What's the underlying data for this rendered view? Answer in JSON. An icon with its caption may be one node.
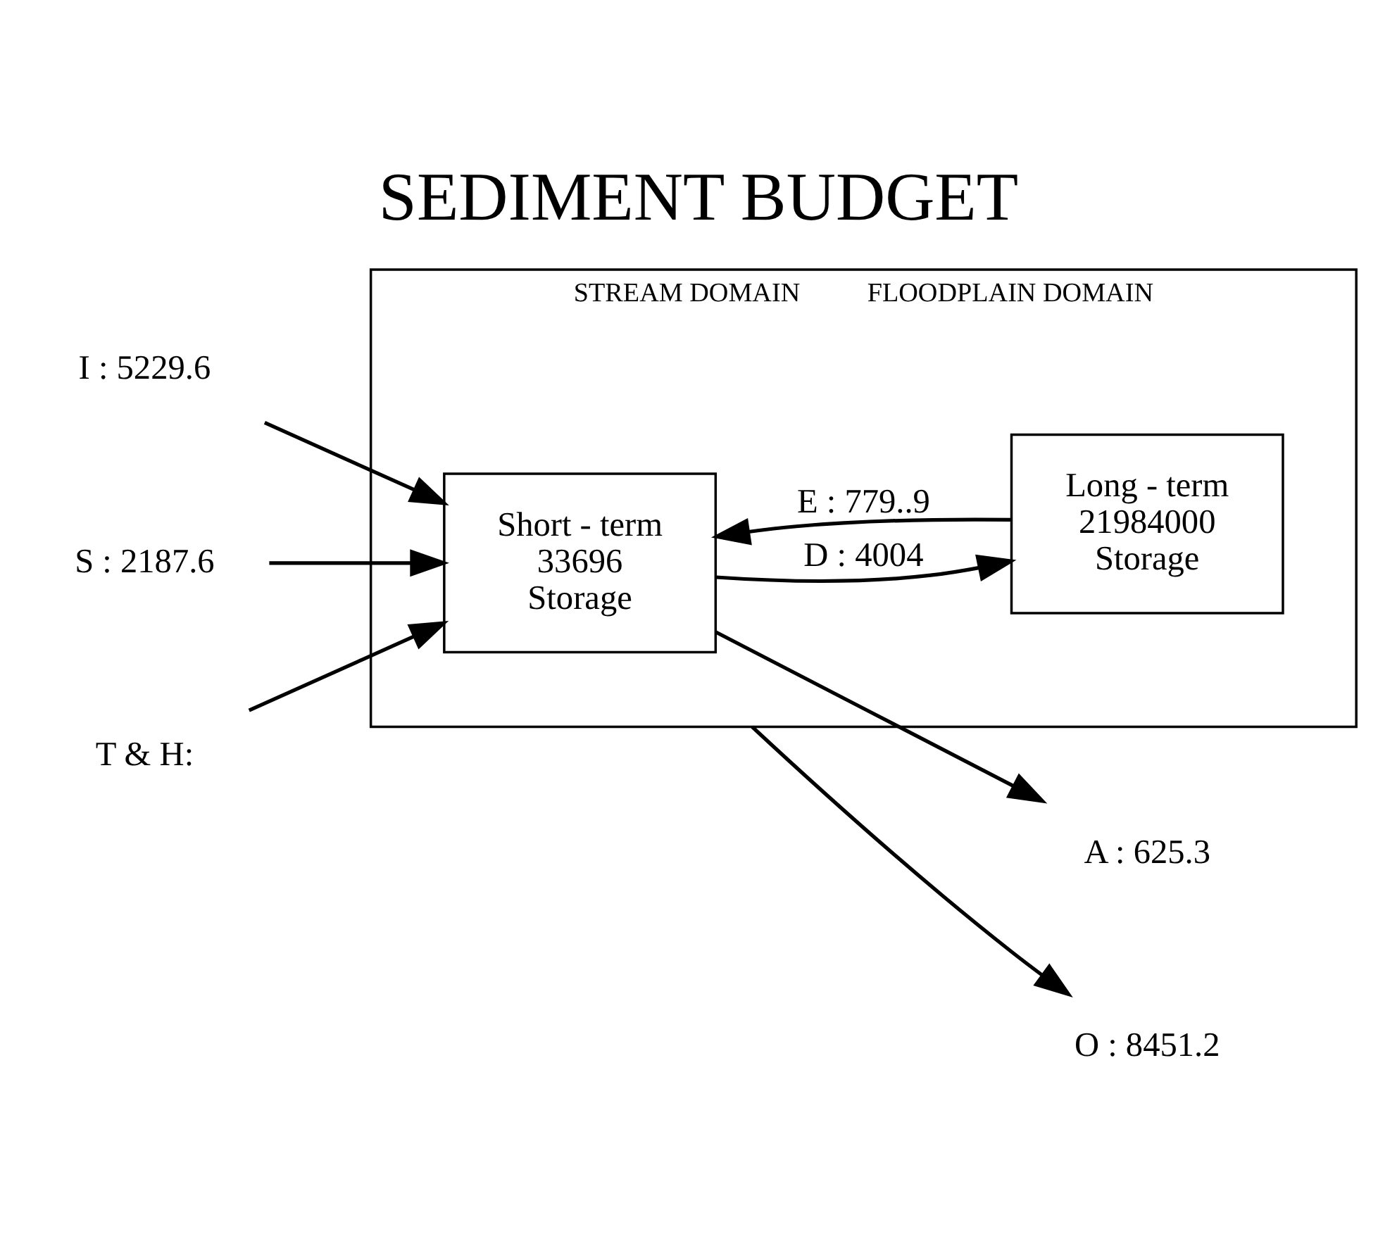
{
  "diagram": {
    "title": "SEDIMENT BUDGET",
    "nodes": [
      {
        "text": [
          "STREAM DOMAIN",
          "FLOODPLAIN DOMAIN"
        ]
      },
      {
        "text": [
          "Short - term",
          "33696",
          "Storage"
        ],
        "in": 0
      },
      {
        "text": [
          "Long - term",
          "21984000",
          "Storage"
        ],
        "in": 0
      },
      {
        "text": [
          "I : 5229.6"
        ]
      },
      {
        "text": [
          "S : 2187.6"
        ]
      },
      {
        "text": [
          "A : 625.3"
        ]
      },
      {
        "text": [
          "T & H:"
        ]
      },
      {
        "text": [
          "O : 8451.2"
        ]
      }
    ],
    "edges": [
      {
        "from": 3,
        "to": 1,
        "arrow": "to"
      },
      {
        "from": 4,
        "to": 1,
        "arrow": "to"
      },
      {
        "from": 1,
        "to": 5,
        "arrow": "to"
      },
      {
        "from": 6,
        "to": 1,
        "arrow": "to"
      },
      {
        "from": 1,
        "to": 2,
        "arrow": "to",
        "label": "D : 4004"
      },
      {
        "from": 2,
        "to": 1,
        "arrow": "to",
        "label": "E : 779..9"
      },
      {
        "from": 0,
        "to": 7,
        "arrow": "to"
      }
    ]
  }
}
